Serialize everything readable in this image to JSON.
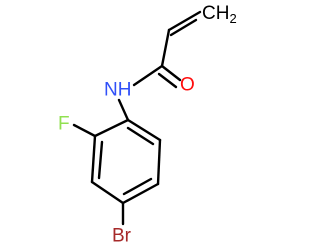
{
  "atoms": {
    "ch2": {
      "symbol": "CH",
      "subscript": "2",
      "color": "#000000"
    },
    "n": {
      "symbol": "NH",
      "color": "#3050F8"
    },
    "o": {
      "symbol": "O",
      "color": "#FF0D0D"
    },
    "f": {
      "symbol": "F",
      "color": "#90E050"
    },
    "br": {
      "symbol": "Br",
      "color": "#A62929"
    }
  }
}
